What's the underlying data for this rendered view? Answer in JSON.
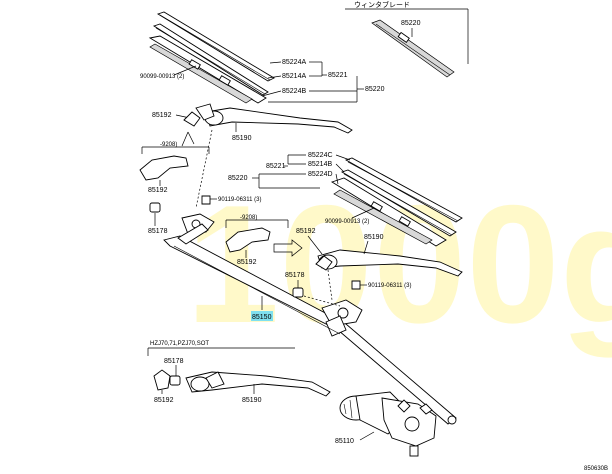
{
  "colors": {
    "line": "#000000",
    "watermark": "#fff7b8",
    "highlight": "#7fe0ef"
  },
  "watermark": "1000g",
  "callouts": {
    "blade_right": "85220",
    "legend": "ウィンタブレード",
    "rubber_a1": "85224A",
    "rubber_a2": "85214A",
    "rubber_b1": "85224B",
    "set_1": "85221",
    "set_2": "85220",
    "rivet_1": "90099-00913 (2)",
    "cap_a": "85192",
    "arm_upper": "85190",
    "bracket_mark_1": "-9208)",
    "cap_b": "85192",
    "rubber_c": "85224C",
    "rubber_b2": "85214B",
    "rubber_d": "85224D",
    "set_3": "85221",
    "set_4": "85220",
    "bolt_1": "90119-06311 (3)",
    "bracket_mark_2": "-9208)",
    "rivet_2": "90099-00913 (2)",
    "nut_1": "85178",
    "cap_c": "85192",
    "arm_lower": "85190",
    "cap_d": "85192",
    "nut_2": "85178",
    "bolt_2": "90119-06311 (3)",
    "link": "85150",
    "model_note": "HZJ70,71,PZJ70,SOT",
    "nut_3": "85178",
    "cap_e": "85192",
    "arm_bottom": "85190",
    "motor": "85110",
    "figure_code": "850630B"
  }
}
